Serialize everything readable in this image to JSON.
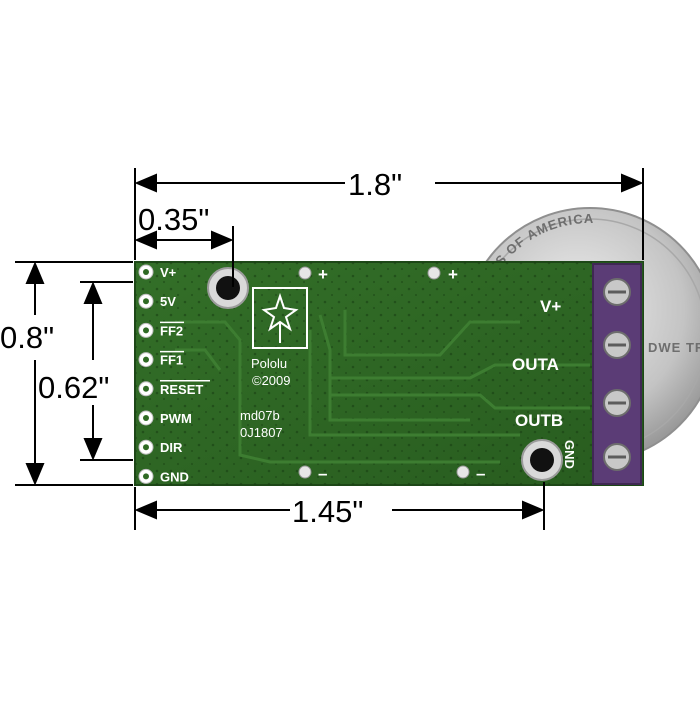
{
  "dimensions": {
    "width_total": "1.8\"",
    "offset_hole": "0.35\"",
    "height_total": "0.8\"",
    "height_pins": "0.62\"",
    "width_holes": "1.45\""
  },
  "pins": [
    "V+",
    "5V",
    "FF2",
    "FF1",
    "RESET",
    "PWM",
    "DIR",
    "GND"
  ],
  "board": {
    "logo_name": "Pololu",
    "copyright": "©2009",
    "model": "md07b",
    "code": "0J1807",
    "plus": "+",
    "minus": "–",
    "right_labels": {
      "vplus": "V+",
      "outa": "OUTA",
      "outb": "OUTB",
      "gnd": "GND"
    }
  },
  "coin": {
    "top_text": "STATES OF AMERICA",
    "side_text": "DWE TRUST"
  },
  "colors": {
    "pcb": "#2f6a24",
    "terminal": "#5b3c76",
    "coin": "#c9c9c9"
  }
}
